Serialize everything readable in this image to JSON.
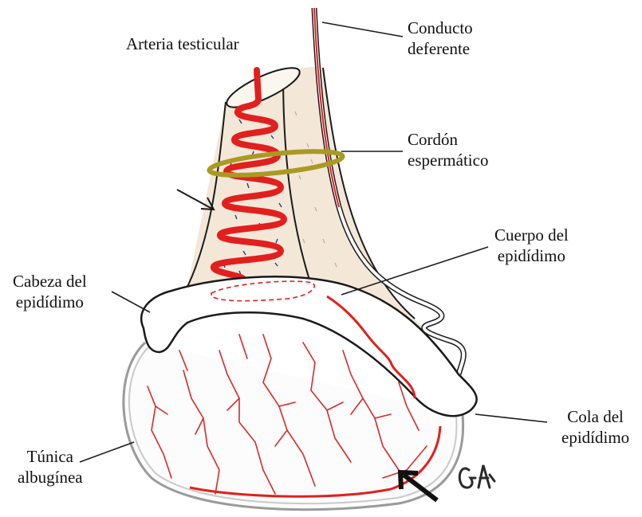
{
  "labels": {
    "arteria": "Arteria testicular",
    "conducto": [
      "Conducto",
      "deferente"
    ],
    "cordon": [
      "Cordón",
      "espermático"
    ],
    "cuerpo": [
      "Cuerpo del",
      "epidídimo"
    ],
    "cabeza": [
      "Cabeza del",
      "epidídimo"
    ],
    "cola": [
      "Cola del",
      "epidídimo"
    ],
    "tunica": [
      "Túnica",
      "albugínea"
    ]
  },
  "signature": "GA",
  "colors": {
    "artery": "#e1201e",
    "outline": "#1a1a1a",
    "cord_fill": "#f4e9dc",
    "ring": "#a99a22",
    "vessels": "#d72a2a"
  }
}
